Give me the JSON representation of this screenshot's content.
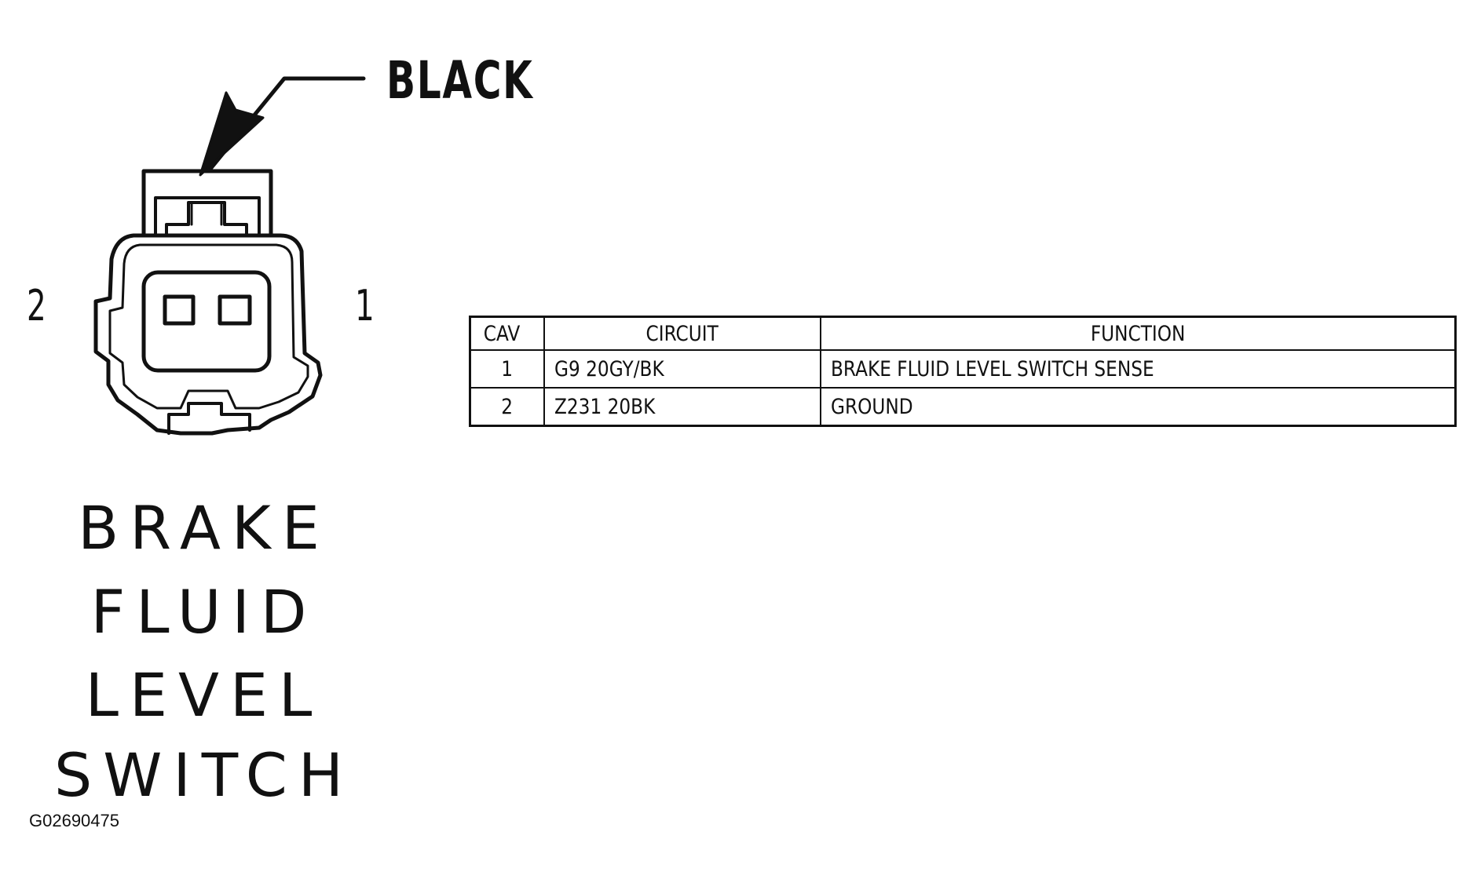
{
  "connector": {
    "color_label": "BLACK",
    "cavity_labels": {
      "left": "2",
      "right": "1"
    },
    "component_name_lines": [
      "BRAKE",
      "FLUID",
      "LEVEL",
      "SWITCH"
    ]
  },
  "figure_id": "G02690475",
  "pinout_table": {
    "headers": {
      "cav": "CAV",
      "circuit": "CIRCUIT",
      "function": "FUNCTION"
    },
    "rows": [
      {
        "cav": "1",
        "circuit": "G9 20GY/BK",
        "function": "BRAKE FLUID LEVEL SWITCH SENSE"
      },
      {
        "cav": "2",
        "circuit": "Z231 20BK",
        "function": "GROUND"
      }
    ]
  },
  "colors": {
    "ink": "#111111",
    "background": "#ffffff"
  }
}
